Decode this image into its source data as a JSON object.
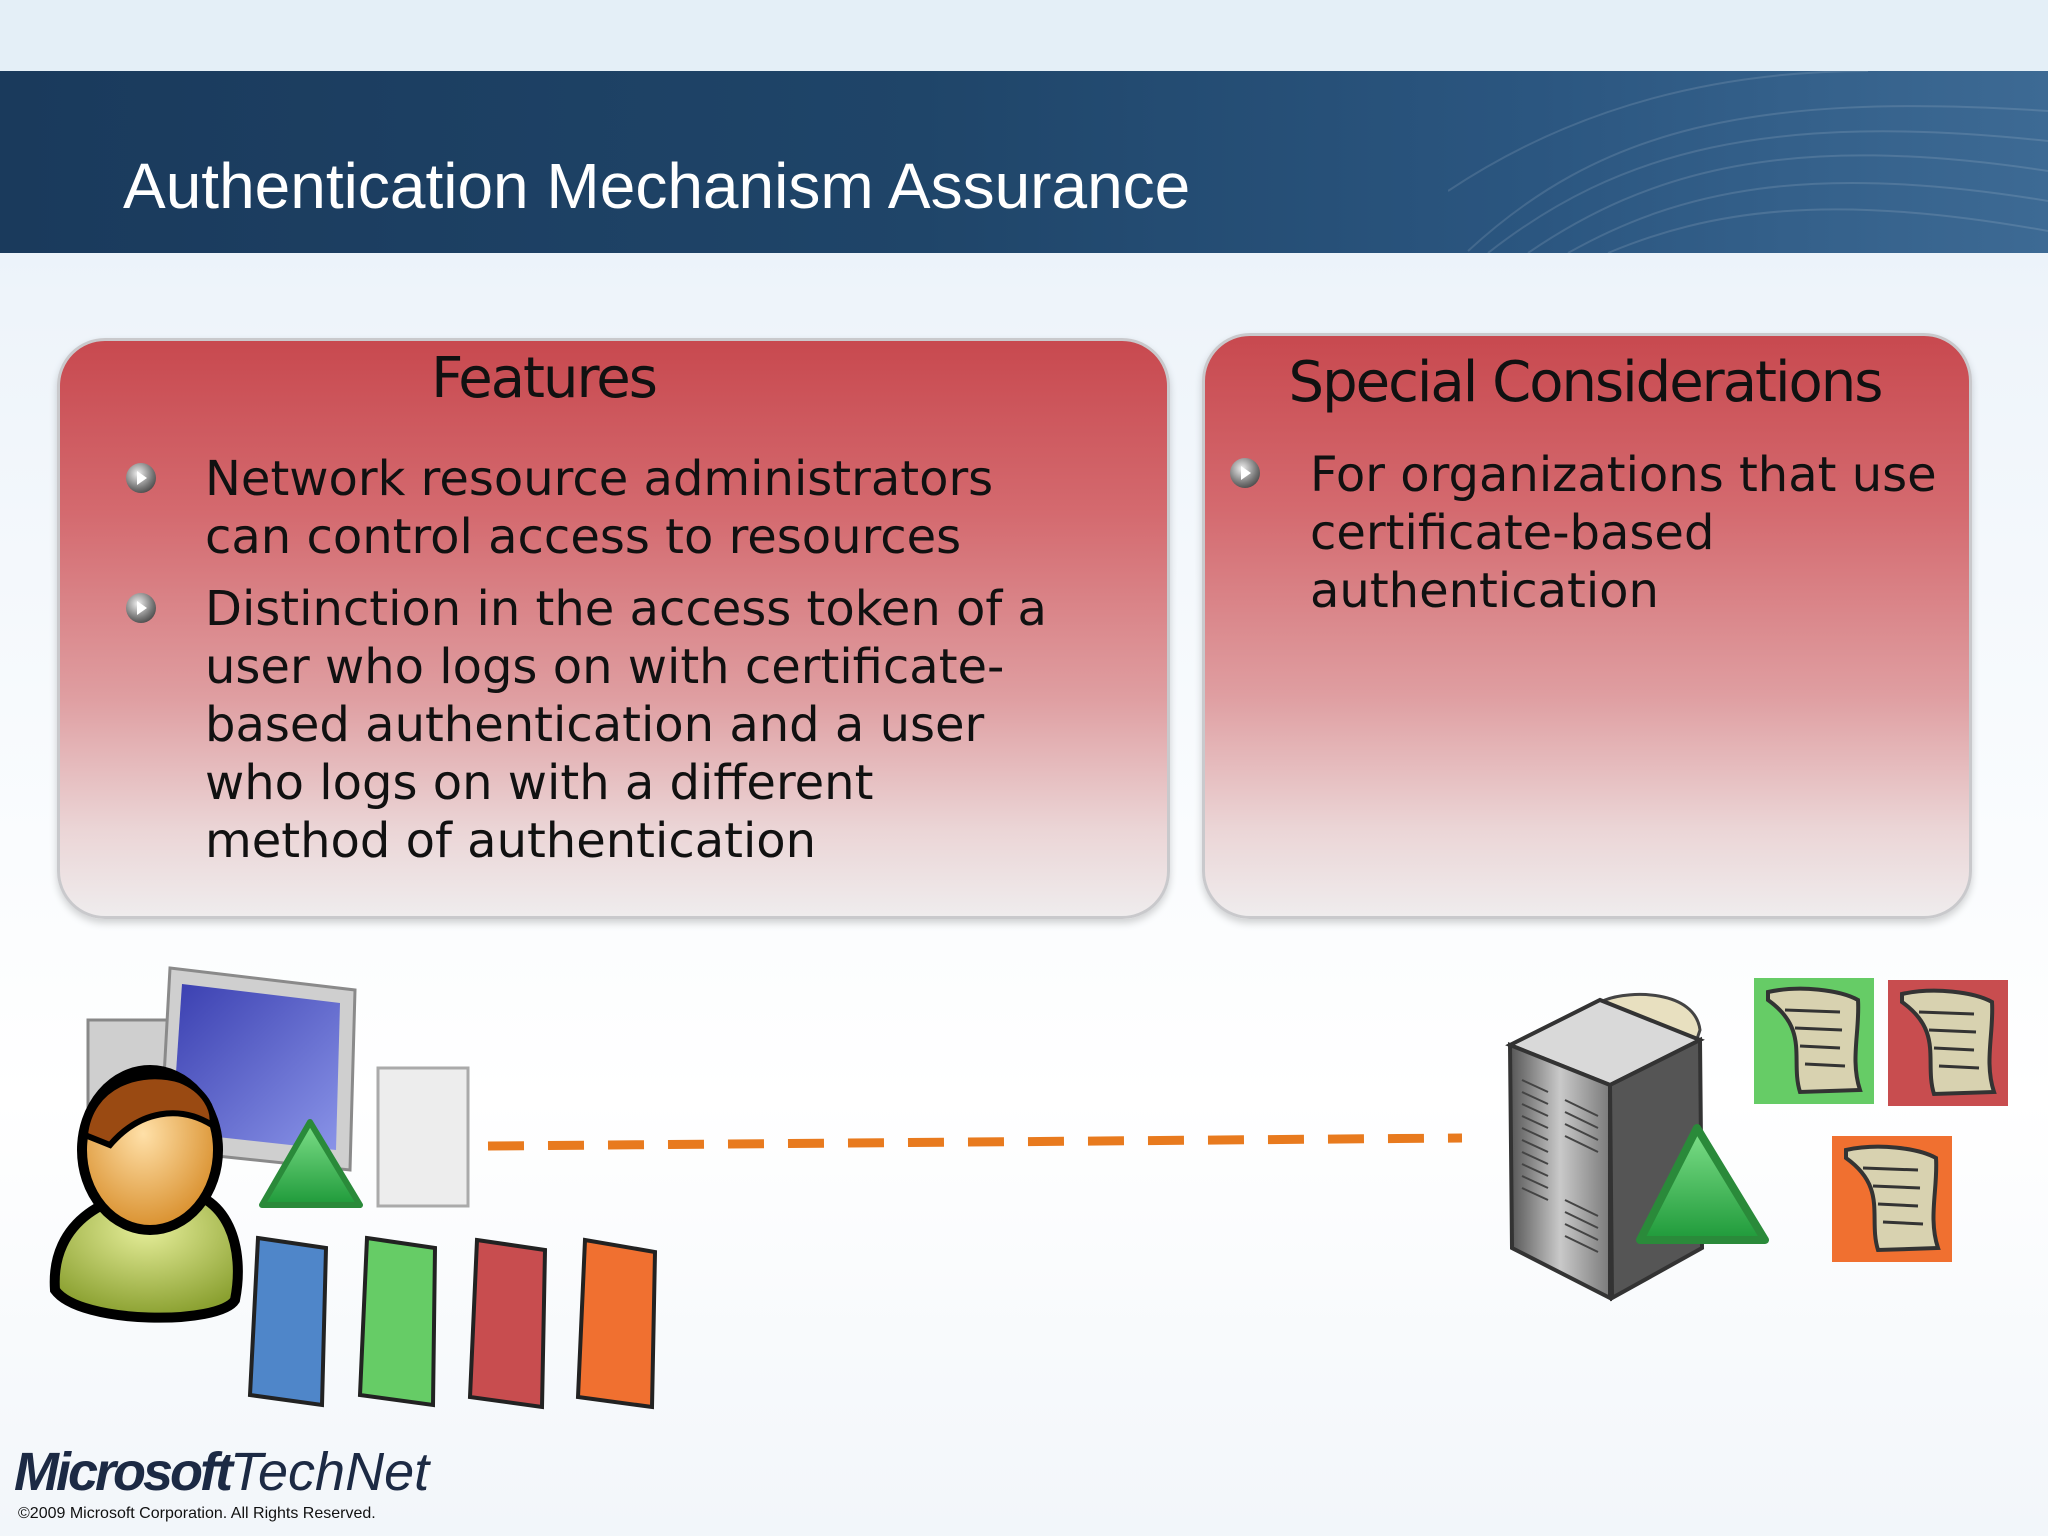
{
  "slide": {
    "title": "Authentication Mechanism Assurance"
  },
  "features": {
    "heading": "Features",
    "bullets": [
      {
        "lines": [
          "Network resource administrators",
          "can control access to resources"
        ]
      },
      {
        "lines": [
          "Distinction in the access token of a",
          "user who logs on with certificate-",
          "based authentication and a user",
          "who logs on with a different",
          "method of authentication"
        ]
      }
    ]
  },
  "considerations": {
    "heading": "Special Considerations",
    "bullets": [
      {
        "lines": [
          "For organizations that use",
          "certificate-based",
          "authentication"
        ]
      }
    ]
  },
  "footer": {
    "logo_microsoft": "Microsoft",
    "logo_technet": "TechNet",
    "copyright": "©2009 Microsoft Corporation.  All Rights Reserved."
  },
  "icons": {
    "client": "user-computer-icon",
    "server": "server-icon",
    "certificate": "certificate-scroll-icon",
    "triangle": "green-triangle-icon"
  },
  "colors": {
    "title_bar": "#1f4569",
    "panel_top": "#c8494f",
    "card_blue": "#4f86c9",
    "card_green": "#66cc66",
    "card_red": "#c84d4f",
    "card_orange": "#f07030",
    "dash_line": "#e87a1e"
  }
}
